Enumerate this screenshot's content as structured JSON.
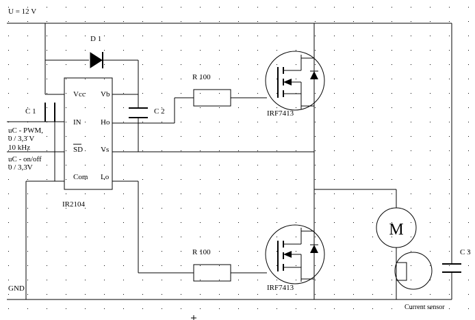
{
  "supply_label": "U = 12 V",
  "gnd_label": "GND",
  "diode_label": "D 1",
  "c1_label": "C 1",
  "c2_label": "C 2",
  "c3_label": "C 3",
  "resistor_top_label": "R 100",
  "resistor_bottom_label": "R 100",
  "mosfet_top_label": "IRF7413",
  "mosfet_bottom_label": "IRF7413",
  "driver_label": "IR2104",
  "motor_label": "M",
  "current_sensor_label": "Current sensor",
  "pins": {
    "vcc": "Vcc",
    "in": "IN",
    "sd": "SD",
    "com": "Com",
    "vb": "Vb",
    "ho": "Ho",
    "vs": "Vs",
    "lo": "Lo"
  },
  "pwm_input": {
    "line1": "uC - PWM,",
    "line2": "0 / 3,3 V",
    "line3": "10 kHz"
  },
  "onoff_input": {
    "line1": "uC - on/off",
    "line2": "0 / 3,3V"
  },
  "colors": {
    "line": "#000000",
    "grid_dot": "#000000",
    "background": "#ffffff"
  }
}
